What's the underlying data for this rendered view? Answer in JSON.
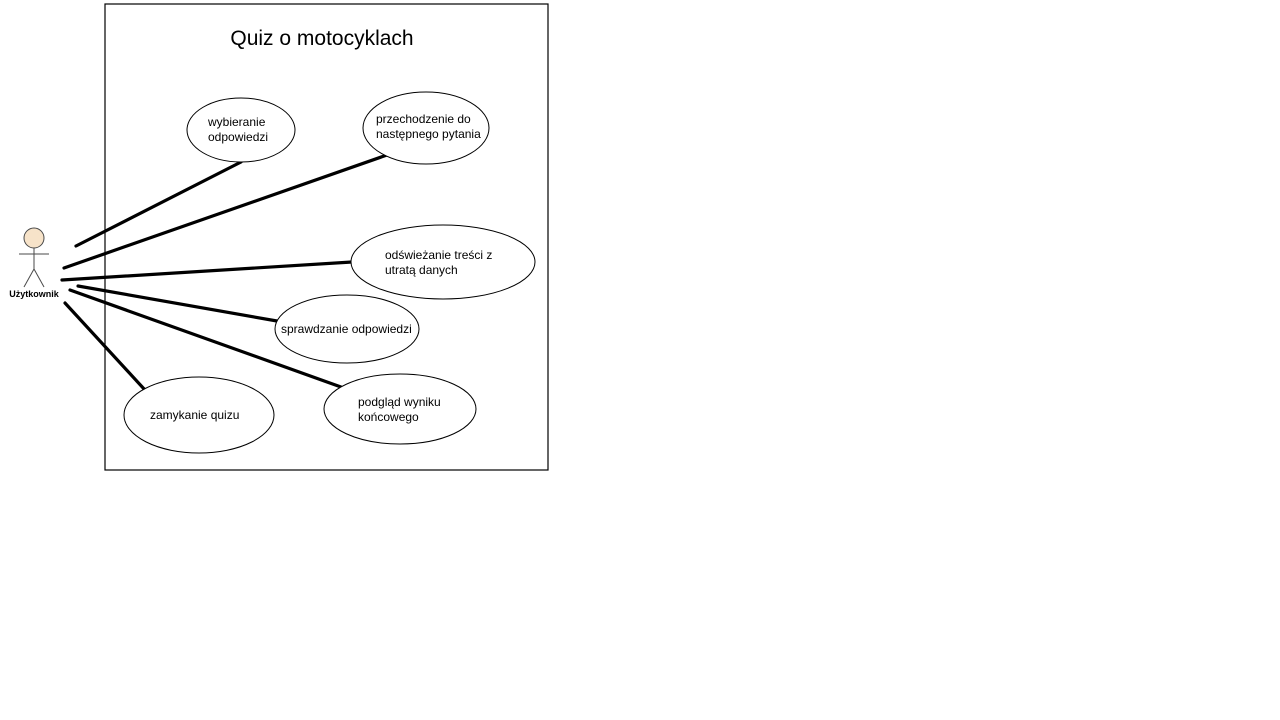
{
  "system": {
    "title": "Quiz o motocyklach"
  },
  "actor": {
    "label": "Użytkownik"
  },
  "use_cases": [
    {
      "id": "wybieranie",
      "lines": [
        "wybieranie",
        "odpowiedzi"
      ]
    },
    {
      "id": "przechodzenie",
      "lines": [
        "przechodzenie do",
        "następnego pytania"
      ]
    },
    {
      "id": "odswiezanie",
      "lines": [
        "odświeżanie treści z",
        "utratą danych"
      ]
    },
    {
      "id": "sprawdzanie",
      "lines": [
        "sprawdzanie odpowiedzi"
      ]
    },
    {
      "id": "podglad",
      "lines": [
        "podgląd wyniku",
        "końcowego"
      ]
    },
    {
      "id": "zamykanie",
      "lines": [
        "zamykanie quizu"
      ]
    }
  ]
}
